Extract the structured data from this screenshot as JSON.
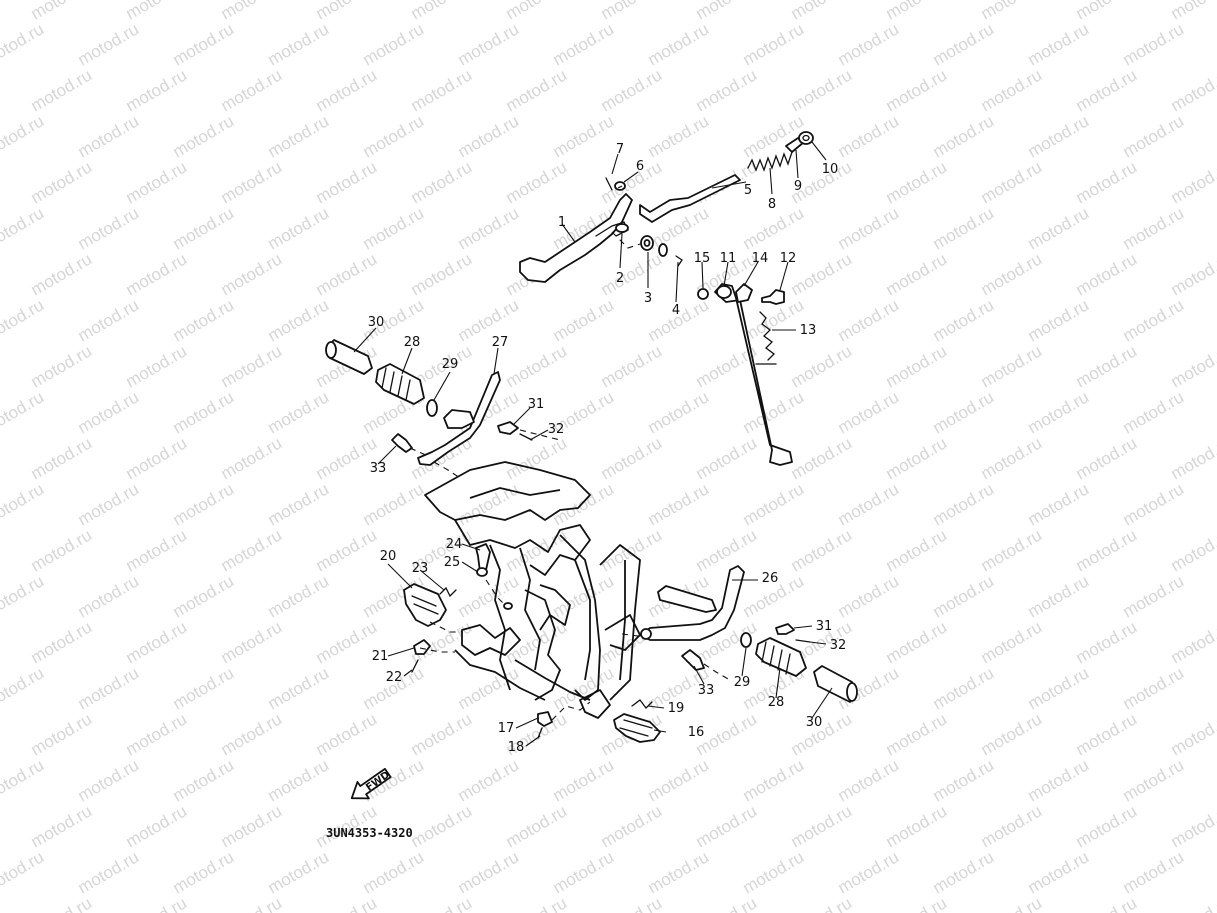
{
  "watermark": "motod.ru",
  "diagram_code": "3UN4353-4320",
  "fwd_label": "FWD",
  "callouts": {
    "c1": "1",
    "c2": "2",
    "c3": "3",
    "c4": "4",
    "c5": "5",
    "c6": "6",
    "c7": "7",
    "c8": "8",
    "c9": "9",
    "c10": "10",
    "c11": "11",
    "c12": "12",
    "c13": "13",
    "c14": "14",
    "c15": "15",
    "c16": "16",
    "c17": "17",
    "c18": "18",
    "c19": "19",
    "c20": "20",
    "c21": "21",
    "c22": "22",
    "c23": "23",
    "c24": "24",
    "c25": "25",
    "c26": "26",
    "c27": "27",
    "c28a": "28",
    "c28b": "28",
    "c29a": "29",
    "c29b": "29",
    "c30a": "30",
    "c30b": "30",
    "c31a": "31",
    "c31b": "31",
    "c32a": "32",
    "c32b": "32",
    "c33a": "33",
    "c33b": "33"
  },
  "colors": {
    "line": "#111111",
    "watermark": "#d6d6d6",
    "background": "#ffffff"
  }
}
